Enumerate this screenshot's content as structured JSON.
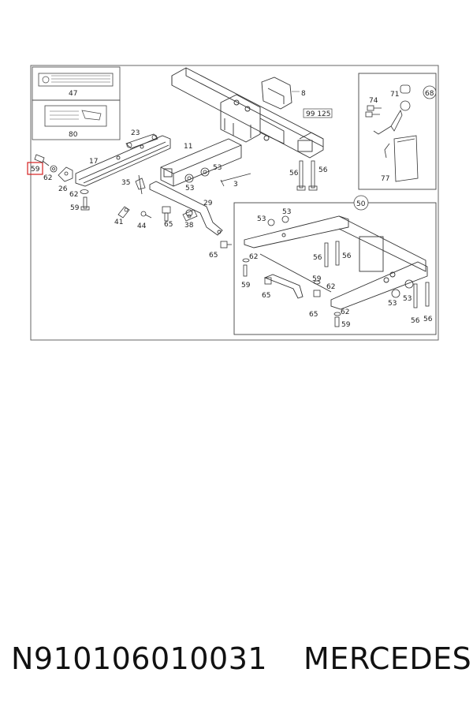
{
  "diagram": {
    "callouts": {
      "c47": "47",
      "c80": "80",
      "c23": "23",
      "c17": "17",
      "c11": "11",
      "c8": "8",
      "c99_125": "99 125",
      "c59a": "59",
      "c62a": "62",
      "c26": "26",
      "c62b": "62",
      "c59b": "59",
      "c35": "35",
      "c53a": "53",
      "c53b": "53",
      "c56a": "56",
      "c56b": "56",
      "c3": "3",
      "c29": "29",
      "c41": "41",
      "c44": "44",
      "c65a": "65",
      "c38": "38",
      "c65b": "65",
      "c71": "71",
      "c74": "74",
      "c68": "68",
      "c77": "77",
      "c50": "50",
      "c53c": "53",
      "c53d": "53",
      "c62c": "62",
      "c59c": "59",
      "c56c": "56",
      "c56d": "56",
      "c65c": "65",
      "c59d": "59",
      "c62d": "62",
      "c53e": "53",
      "c53f": "53",
      "c62e": "62",
      "c65d": "65",
      "c59e": "59",
      "c56e": "56",
      "c56f": "56"
    },
    "highlight_color": "#d62020",
    "line_color": "#333333"
  },
  "caption": {
    "part_number": "N910106010031",
    "brand": "MERCEDES"
  }
}
